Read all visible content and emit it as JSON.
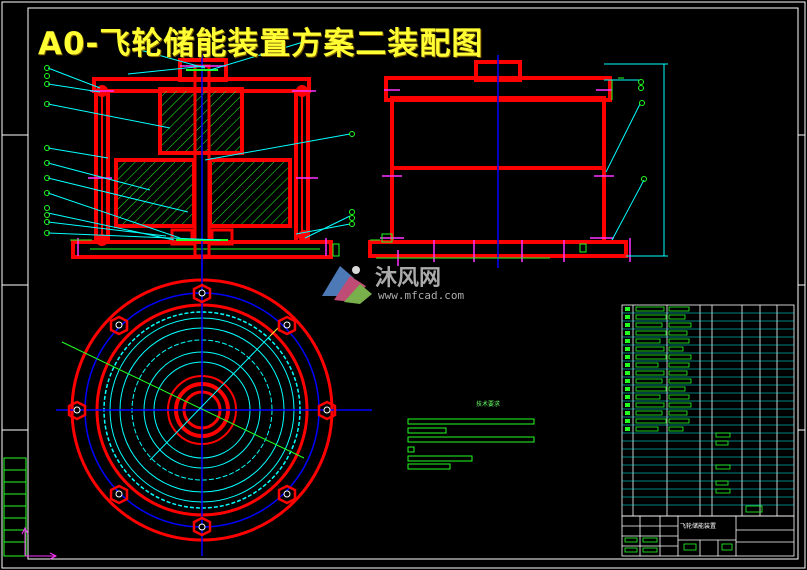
{
  "drawing": {
    "title": "A0-飞轮储能装置方案二装配图",
    "title_block_name": "飞轮储能装置",
    "tech_requirements_heading": "技术要求"
  },
  "watermark": {
    "text": "沐风网",
    "url": "www.mfcad.com"
  },
  "colors": {
    "background": "#000000",
    "part_outline": "#ff0000",
    "hatch": "#22ff22",
    "centerline": "#0000ff",
    "leader": "#00ffff",
    "title": "#ffff33",
    "dimension": "#ff33ff",
    "frame": "#ffffff"
  }
}
